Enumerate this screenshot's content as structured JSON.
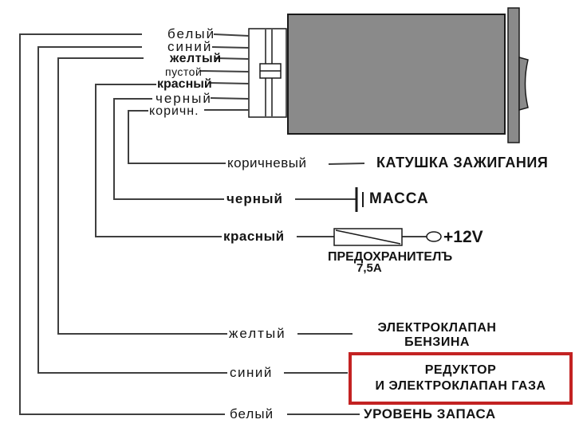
{
  "connector": {
    "pins": [
      {
        "label": "белый"
      },
      {
        "label": "синий"
      },
      {
        "label": "желтый"
      },
      {
        "label": "пустой"
      },
      {
        "label": "красный"
      },
      {
        "label": "черный"
      },
      {
        "label": "коричн."
      }
    ]
  },
  "rows": [
    {
      "wire": "коричневый",
      "target": "КАТУШКА ЗАЖИГАНИЯ"
    },
    {
      "wire": "черный",
      "target": "МАССА"
    },
    {
      "wire": "красный",
      "target": "+12V",
      "fuse_name": "ПРЕДОХРАНИТЕЛЪ",
      "fuse_rating": "7,5А"
    },
    {
      "wire": "желтый",
      "target_line1": "ЭЛЕКТРОКЛАПАН",
      "target_line2": "БЕНЗИНА"
    },
    {
      "wire": "синий",
      "target_line1": "РЕДУКТОР",
      "target_line2": "И ЭЛЕКТРОКЛАПАН ГАЗА",
      "highlighted": true
    },
    {
      "wire": "белый",
      "target": "УРОВЕНЬ ЗАПАСА"
    }
  ],
  "colors": {
    "background": "#ffffff",
    "wire_line": "#3f3f3f",
    "text": "#141414",
    "device_fill": "#8a8a8a",
    "device_stroke": "#1a1a1a",
    "highlight_border": "#c32222"
  }
}
